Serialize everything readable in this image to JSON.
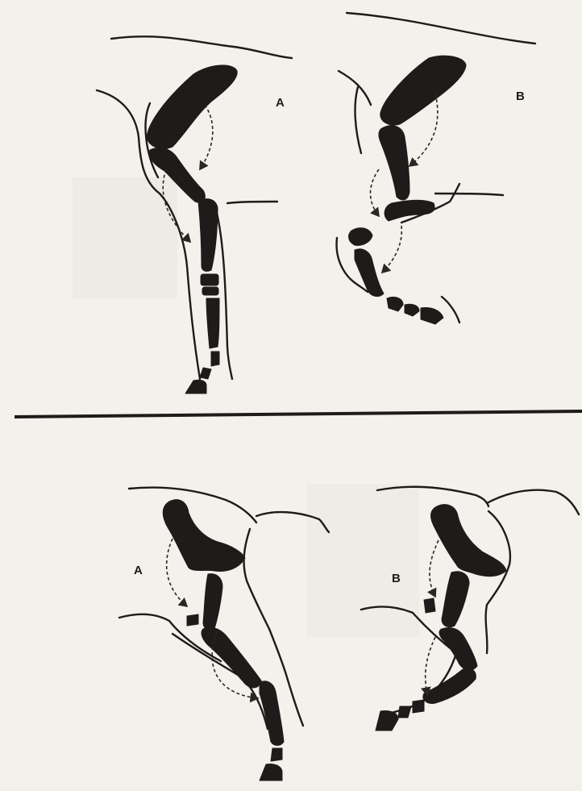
{
  "panels": {
    "top_a": {
      "label": "A"
    },
    "top_b": {
      "label": "B"
    },
    "bottom_a": {
      "label": "A"
    },
    "bottom_b": {
      "label": "B"
    }
  },
  "colors": {
    "ink": "#1e1b1a",
    "paper": "#f3f1ec"
  }
}
